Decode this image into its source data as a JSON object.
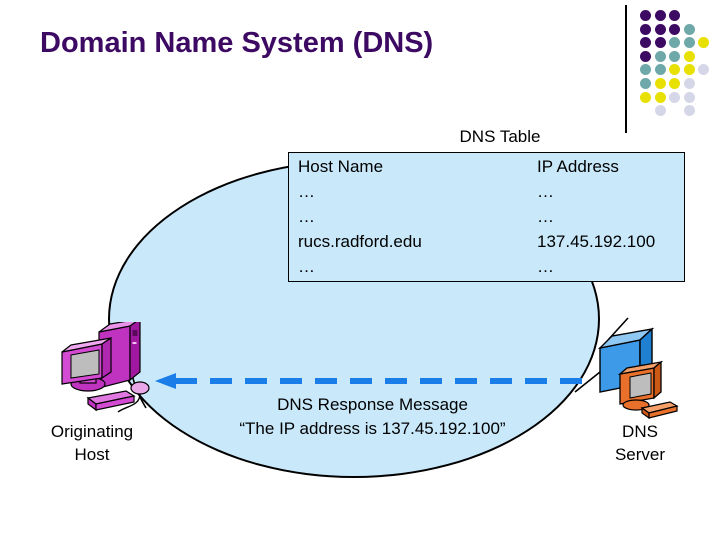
{
  "slide": {
    "title": "Domain Name System (DNS)",
    "title_color": "#3d0a63",
    "background": "#ffffff"
  },
  "decoration": {
    "rule_color": "#000000",
    "dot_colors": {
      "purple": "#3d0a63",
      "teal": "#6fa8a8",
      "yellow": "#e8e000",
      "lavender": "#d5d7e8"
    },
    "dot_grid": [
      [
        "purple",
        "purple",
        "purple",
        "",
        ""
      ],
      [
        "purple",
        "purple",
        "purple",
        "teal",
        ""
      ],
      [
        "purple",
        "purple",
        "teal",
        "teal",
        "yellow"
      ],
      [
        "purple",
        "teal",
        "teal",
        "yellow",
        ""
      ],
      [
        "teal",
        "teal",
        "yellow",
        "yellow",
        "lavender"
      ],
      [
        "teal",
        "yellow",
        "yellow",
        "lavender",
        ""
      ],
      [
        "yellow",
        "yellow",
        "lavender",
        "lavender",
        ""
      ],
      [
        "",
        "lavender",
        "",
        "lavender",
        ""
      ]
    ]
  },
  "network": {
    "shape": "ellipse",
    "fill": "#c9e9fb",
    "stroke": "#000000"
  },
  "dns_table": {
    "caption": "DNS Table",
    "fill": "#c9e9fb",
    "stroke": "#000000",
    "columns": [
      "Host Name",
      "IP Address"
    ],
    "rows": [
      {
        "host": "…",
        "ip": "…"
      },
      {
        "host": "…",
        "ip": "…"
      },
      {
        "host": "rucs.radford.edu",
        "ip": "137.45.192.100"
      },
      {
        "host": "…",
        "ip": "…"
      }
    ]
  },
  "message": {
    "arrow_direction": "left",
    "arrow_style": "dashed",
    "arrow_color": "#1a7de8",
    "line1": "DNS Response Message",
    "line2": "“The IP address is 137.45.192.100”"
  },
  "endpoints": {
    "host": {
      "label_line1": "Originating",
      "label_line2": "Host",
      "icon": "desktop-computer-icon",
      "color": "#d24bd2"
    },
    "server": {
      "label_line1": "DNS",
      "label_line2": "Server",
      "icon": "server-computer-icon",
      "color": "#3d9ae8"
    }
  }
}
